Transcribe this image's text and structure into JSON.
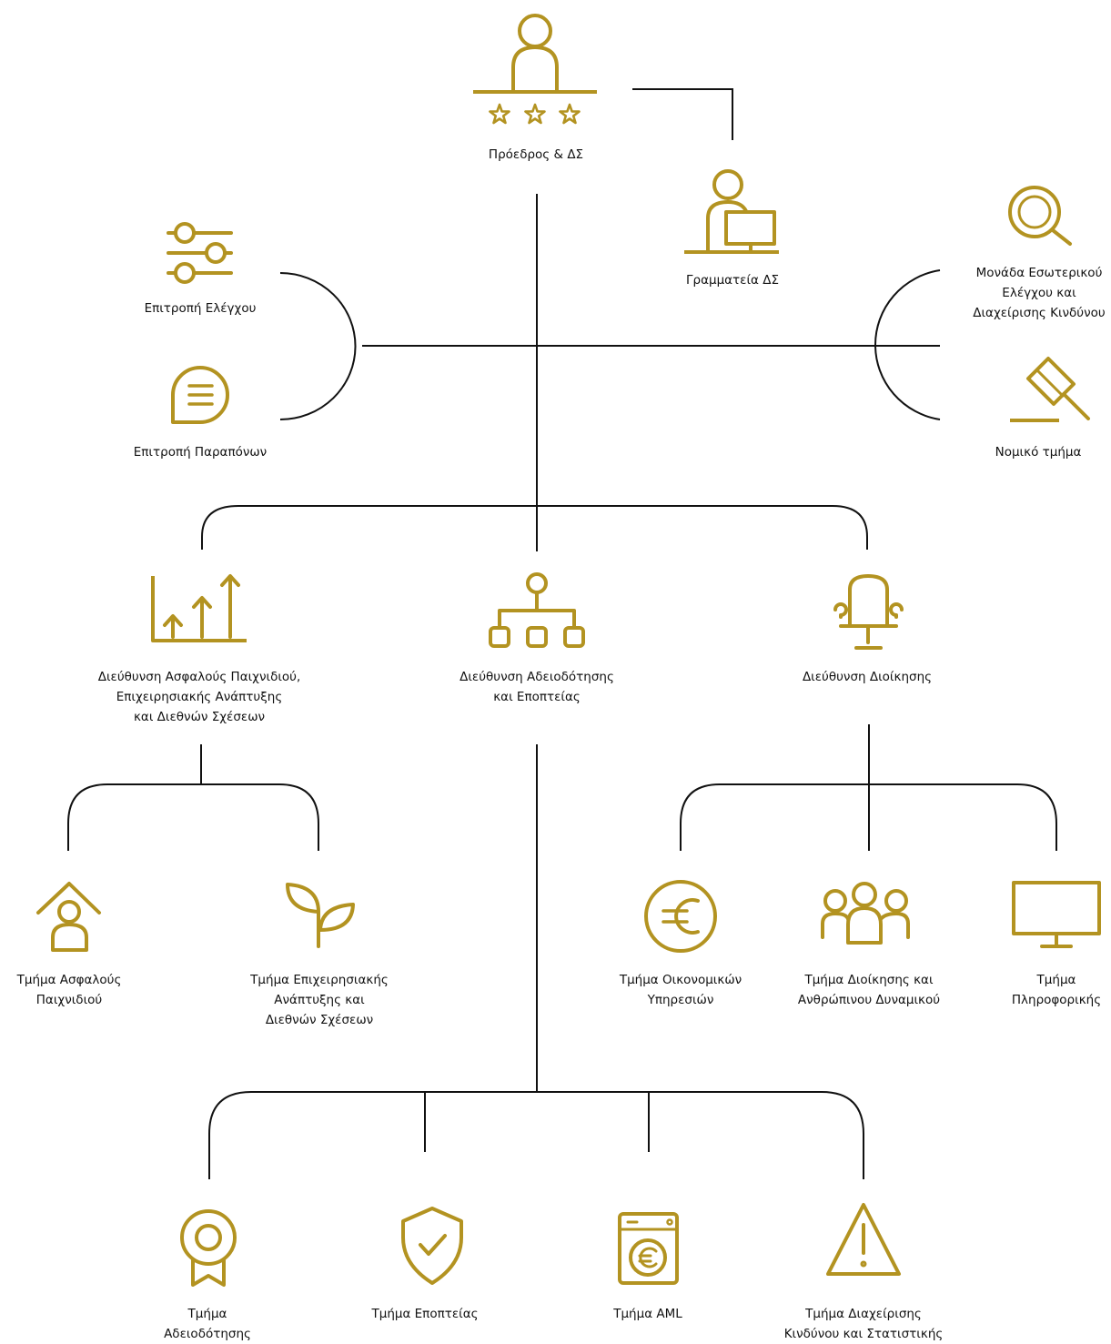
{
  "colors": {
    "icon": "#b39321",
    "line": "#111111",
    "text": "#111111"
  },
  "nodes": {
    "president": {
      "icon": "person-with-stars-icon",
      "lines": [
        "Πρόεδρος & ΔΣ"
      ]
    },
    "secretariat": {
      "icon": "person-at-computer-icon",
      "lines": [
        "Γραμματεία ΔΣ"
      ]
    },
    "audit_committee": {
      "icon": "sliders-icon",
      "lines": [
        "Επιτροπή Ελέγχου"
      ]
    },
    "complaints_committee": {
      "icon": "chat-bubble-icon",
      "lines": [
        "Επιτροπή Παραπόνων"
      ]
    },
    "internal_audit": {
      "icon": "magnifier-icon",
      "lines": [
        "Μονάδα Εσωτερικού",
        "Ελέγχου και",
        "Διαχείρισης Κινδύνου"
      ]
    },
    "legal": {
      "icon": "gavel-icon",
      "lines": [
        "Νομικό τμήμα"
      ]
    },
    "dir_safe_gaming": {
      "icon": "growth-chart-icon",
      "lines": [
        "Διεύθυνση Ασφαλούς Παιχνιδιού,",
        "Επιχειρησιακής Ανάπτυξης",
        "και Διεθνών Σχέσεων"
      ]
    },
    "dir_licensing": {
      "icon": "hierarchy-icon",
      "lines": [
        "Διεύθυνση Αδειοδότησης",
        "και Εποπτείας"
      ]
    },
    "dir_admin": {
      "icon": "office-chair-icon",
      "lines": [
        "Διεύθυνση Διοίκησης"
      ]
    },
    "dept_safe_gaming": {
      "icon": "house-person-icon",
      "lines": [
        "Τμήμα Ασφαλούς",
        "Παιχνιδιού"
      ]
    },
    "dept_business_dev": {
      "icon": "sprout-icon",
      "lines": [
        "Τμήμα Επιχειρησιακής",
        "Ανάπτυξης και",
        "Διεθνών Σχέσεων"
      ]
    },
    "dept_finance": {
      "icon": "euro-coin-icon",
      "lines": [
        "Τμήμα Οικονομικών",
        "Υπηρεσιών"
      ]
    },
    "dept_hr": {
      "icon": "people-group-icon",
      "lines": [
        "Τμήμα Διοίκησης και",
        "Ανθρώπινου Δυναμικού"
      ]
    },
    "dept_it": {
      "icon": "monitor-icon",
      "lines": [
        "Τμήμα",
        "Πληροφορικής"
      ]
    },
    "dept_licensing": {
      "icon": "award-badge-icon",
      "lines": [
        "Τμήμα",
        "Αδειοδότησης"
      ]
    },
    "dept_supervision": {
      "icon": "shield-check-icon",
      "lines": [
        "Τμήμα Εποπτείας"
      ]
    },
    "dept_aml": {
      "icon": "washing-machine-euro-icon",
      "lines": [
        "Τμήμα AML"
      ]
    },
    "dept_risk_stats": {
      "icon": "warning-triangle-icon",
      "lines": [
        "Τμήμα Διαχείρισης",
        "Κινδύνου και Στατιστικής"
      ]
    }
  }
}
